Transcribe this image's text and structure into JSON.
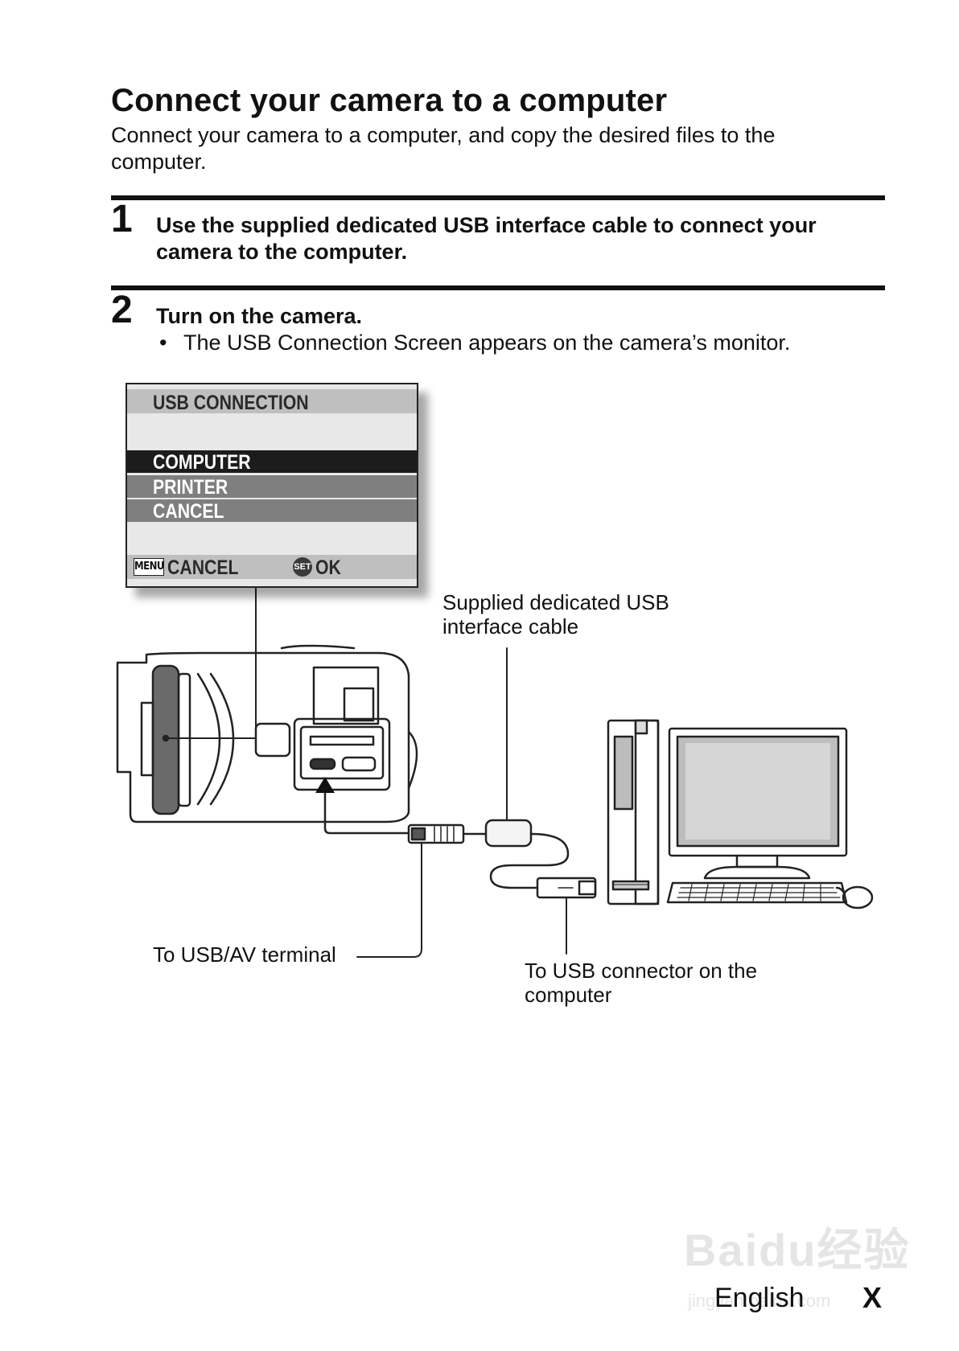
{
  "heading": "Connect your camera to a computer",
  "intro": "Connect your camera to a computer, and copy the desired files to the computer.",
  "steps": [
    {
      "number": "1",
      "text": "Use the supplied dedicated USB interface cable to connect your camera to the computer."
    },
    {
      "number": "2",
      "text": "Turn on the camera.",
      "bullet": "The USB Connection Screen appears on the camera’s monitor."
    }
  ],
  "camera_screen": {
    "title": "USB CONNECTION",
    "options": [
      "COMPUTER",
      "PRINTER",
      "CANCEL"
    ],
    "selected": "COMPUTER",
    "footer": {
      "menu_icon": "MENU",
      "cancel": "CANCEL",
      "set_icon": "SET",
      "ok": "OK"
    }
  },
  "callouts": {
    "cable": "Supplied dedicated USB interface cable",
    "av_terminal": "To USB/AV terminal",
    "usb_connector": "To USB connector on the computer"
  },
  "footer": {
    "language": "English",
    "page": "X"
  },
  "watermark": {
    "brand": "Baidu经验",
    "url": "jingyan.baidu.com"
  },
  "colors": {
    "text": "#111111",
    "screen_bg": "#e8e8e8",
    "header_bar": "#bfbfbf",
    "selected_row": "#1c1c1c",
    "option_row": "#7f7f7f"
  }
}
